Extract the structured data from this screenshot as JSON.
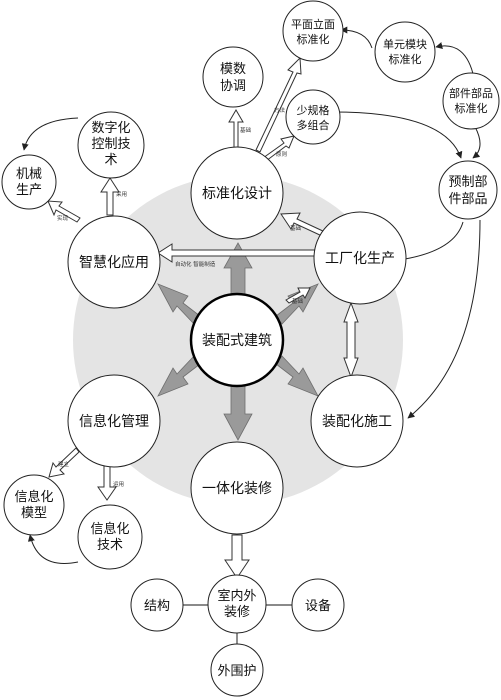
{
  "colors": {
    "background_halo": "#e4e4e4",
    "gray_arrow": "#9a9a9a",
    "node_stroke": "#222222"
  },
  "center": {
    "label": "装配式建筑"
  },
  "main_nodes": {
    "standard_design": "标准化设计",
    "factory_production": "工厂化生产",
    "assembly_construction": "装配化施工",
    "integrated_decoration": "一体化装修",
    "information_management": "信息化管理",
    "smart_application": "智慧化应用"
  },
  "design_children": {
    "modulus_coordination": [
      "模数",
      "协调"
    ],
    "plane_facade_standard": [
      "平面立面",
      "标准化"
    ],
    "few_specs_combination": [
      "少规格",
      "多组合"
    ]
  },
  "production_chain": {
    "unit_module_standard": [
      "单元模块",
      "标准化"
    ],
    "component_standard": [
      "部件部品",
      "标准化"
    ],
    "prefab_components": [
      "预制部",
      "件部品"
    ]
  },
  "smart_children": {
    "digital_control": [
      "数字化",
      "控制技",
      "术"
    ],
    "machinery_production": [
      "机械",
      "生产"
    ]
  },
  "info_children": {
    "info_model": [
      "信息化",
      "模型"
    ],
    "info_technology": [
      "信息化",
      "技术"
    ]
  },
  "decoration_children": {
    "indoor_outdoor": [
      "室内外",
      "装修"
    ],
    "structure": "结构",
    "equipment": "设备",
    "envelope": "外围护"
  },
  "arrow_labels": {
    "to_modulus": "基础",
    "to_plane": "方法",
    "to_few_specs": "原则",
    "to_design_from_factory": "基础",
    "to_digital": "采用",
    "to_machinery": "实现",
    "smart_to_center": "基础",
    "to_info_model": "建立",
    "to_info_tech": "运用",
    "smart_arrow": "自动化 智能制造"
  }
}
